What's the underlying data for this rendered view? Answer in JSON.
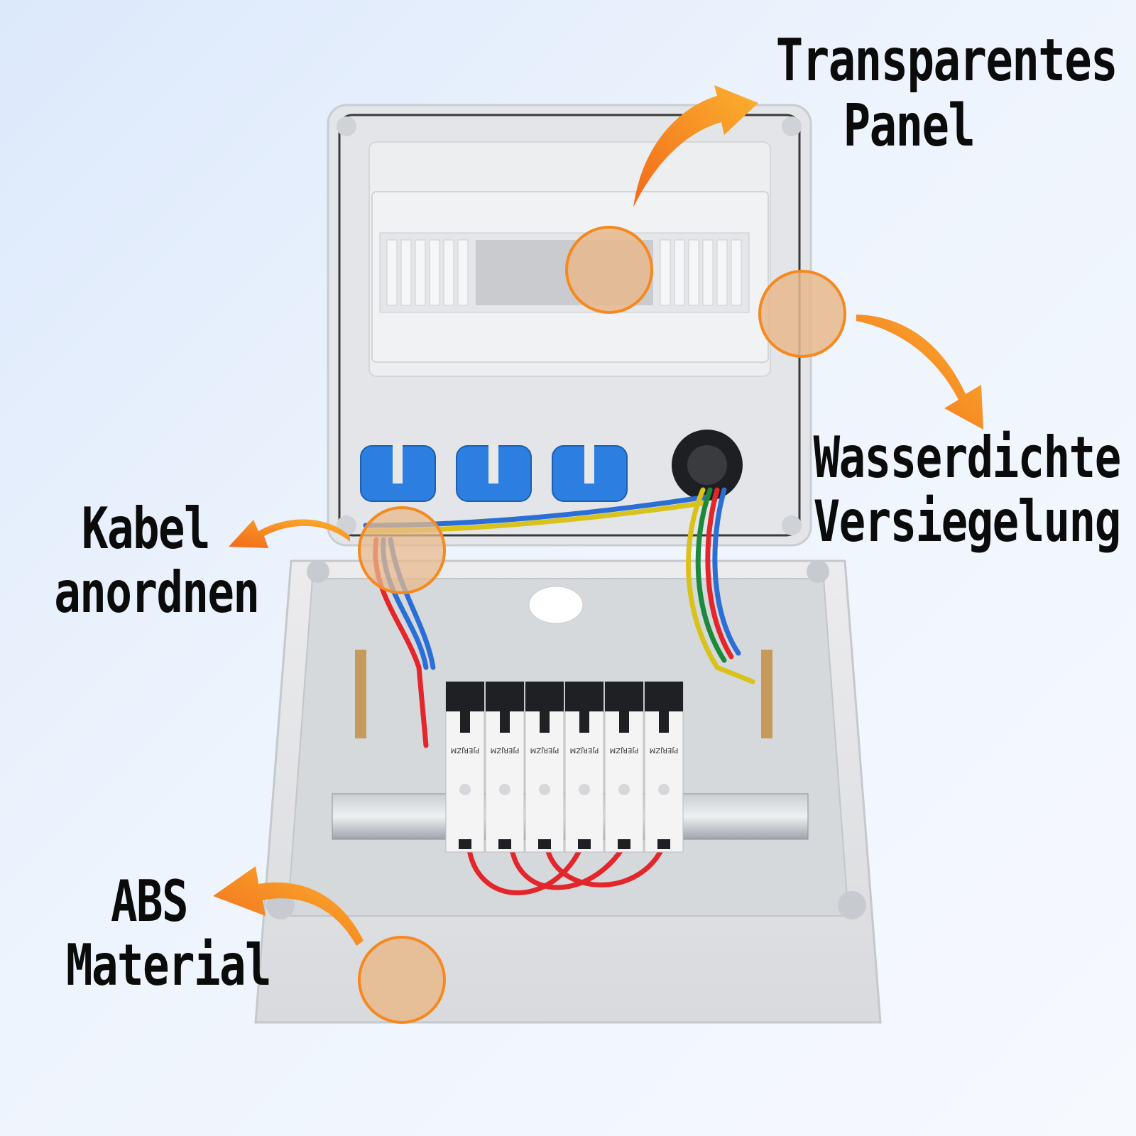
{
  "callouts": {
    "panel": {
      "line1": "Transparentes",
      "line2": "Panel"
    },
    "seal": {
      "line1": "Wasserdichte",
      "line2": "Versiegelung"
    },
    "cables": {
      "line1": "Kabel",
      "line2": "anordnen"
    },
    "material": {
      "line1": "ABS",
      "line2": "Material"
    }
  },
  "breakers": {
    "brand": "PJERJZM",
    "count": 6
  },
  "colors": {
    "accent": "#f5891f",
    "highlight": "#e8b98c",
    "enclosure": "#e6e8ea",
    "socket": "#2c7fe0",
    "wire_red": "#e3262b",
    "wire_blue": "#2b6fd6",
    "wire_yellow_green": "#d9c21c"
  }
}
